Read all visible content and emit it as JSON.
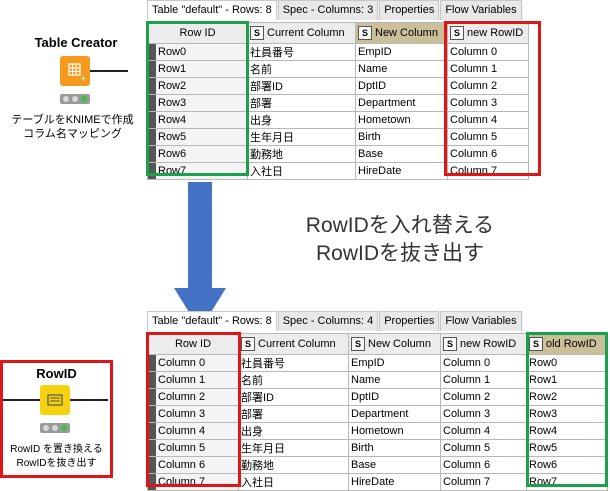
{
  "nodes": {
    "table_creator": {
      "title": "Table Creator",
      "label_lines": [
        "テーブルをKNIMEで作成",
        "コラム名マッピング"
      ]
    },
    "rowid": {
      "title": "RowID",
      "label_lines": [
        "RowID を置き換える",
        "RowIDを抜き出す"
      ]
    }
  },
  "top_table": {
    "tabs": [
      "Table \"default\" - Rows: 8",
      "Spec - Columns: 3",
      "Properties",
      "Flow Variables"
    ],
    "headers": [
      "Row ID",
      "Current Column",
      "New Column",
      "new RowID"
    ],
    "type_badge": "S",
    "rows": [
      [
        "Row0",
        "社員番号",
        "EmpID",
        "Column 0"
      ],
      [
        "Row1",
        "名前",
        "Name",
        "Column 1"
      ],
      [
        "Row2",
        "部署ID",
        "DptID",
        "Column 2"
      ],
      [
        "Row3",
        "部署",
        "Department",
        "Column 3"
      ],
      [
        "Row4",
        "出身",
        "Hometown",
        "Column 4"
      ],
      [
        "Row5",
        "生年月日",
        "Birth",
        "Column 5"
      ],
      [
        "Row6",
        "勤務地",
        "Base",
        "Column 6"
      ],
      [
        "Row7",
        "入社日",
        "HireDate",
        "Column 7"
      ]
    ]
  },
  "caption_lines": [
    "RowIDを入れ替える",
    "RowIDを抜き出す"
  ],
  "bottom_table": {
    "tabs": [
      "Table \"default\" - Rows: 8",
      "Spec - Columns: 4",
      "Properties",
      "Flow Variables"
    ],
    "headers": [
      "Row ID",
      "Current Column",
      "New Column",
      "new RowID",
      "old RowID"
    ],
    "type_badge": "S",
    "rows": [
      [
        "Column 0",
        "社員番号",
        "EmpID",
        "Column 0",
        "Row0"
      ],
      [
        "Column 1",
        "名前",
        "Name",
        "Column 1",
        "Row1"
      ],
      [
        "Column 2",
        "部署ID",
        "DptID",
        "Column 2",
        "Row2"
      ],
      [
        "Column 3",
        "部署",
        "Department",
        "Column 3",
        "Row3"
      ],
      [
        "Column 4",
        "出身",
        "Hometown",
        "Column 4",
        "Row4"
      ],
      [
        "Column 5",
        "生年月日",
        "Birth",
        "Column 5",
        "Row5"
      ],
      [
        "Column 6",
        "勤務地",
        "Base",
        "Column 6",
        "Row6"
      ],
      [
        "Column 7",
        "入社日",
        "HireDate",
        "Column 7",
        "Row7"
      ]
    ]
  },
  "colors": {
    "green_box": "#1aa24a",
    "red_box": "#e01515",
    "arrow": "#4472c4",
    "creator_node": "#f59a1c",
    "rowid_node": "#f6d310"
  }
}
